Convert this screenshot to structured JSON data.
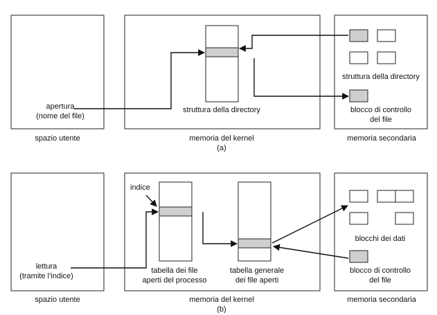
{
  "panel_a": {
    "user_space_label": "spazio utente",
    "kernel_label": "memoria del kernel",
    "secondary_label": "memoria secondaria",
    "caption": "(a)",
    "open_label_line1": "apertura",
    "open_label_line2": "(nome del file)",
    "dir_struct_kernel_label": "struttura della directory",
    "dir_struct_disk_label": "struttura della directory",
    "fcb_label_line1": "blocco di controllo",
    "fcb_label_line2": "del file"
  },
  "panel_b": {
    "user_space_label": "spazio utente",
    "kernel_label": "memoria del kernel",
    "secondary_label": "memoria secondaria",
    "caption": "(b)",
    "read_label_line1": "lettura",
    "read_label_line2": "(tramite l’indice)",
    "index_label": "indice",
    "proc_table_line1": "tabella dei file",
    "proc_table_line2": "aperti del processo",
    "sys_table_line1": "tabella generale",
    "sys_table_line2": "dei file aperti",
    "data_blocks_label": "blocchi dei dati",
    "fcb_label_line1": "blocco di controllo",
    "fcb_label_line2": "del file"
  }
}
